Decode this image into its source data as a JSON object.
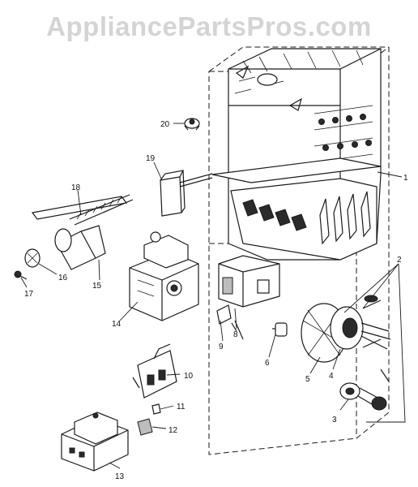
{
  "watermark": "AppliancePartsPros.com",
  "callouts": [
    "1",
    "2",
    "3",
    "4",
    "5",
    "6",
    "8",
    "9",
    "10",
    "11",
    "12",
    "13",
    "14",
    "15",
    "16",
    "17",
    "18",
    "19",
    "20"
  ]
}
